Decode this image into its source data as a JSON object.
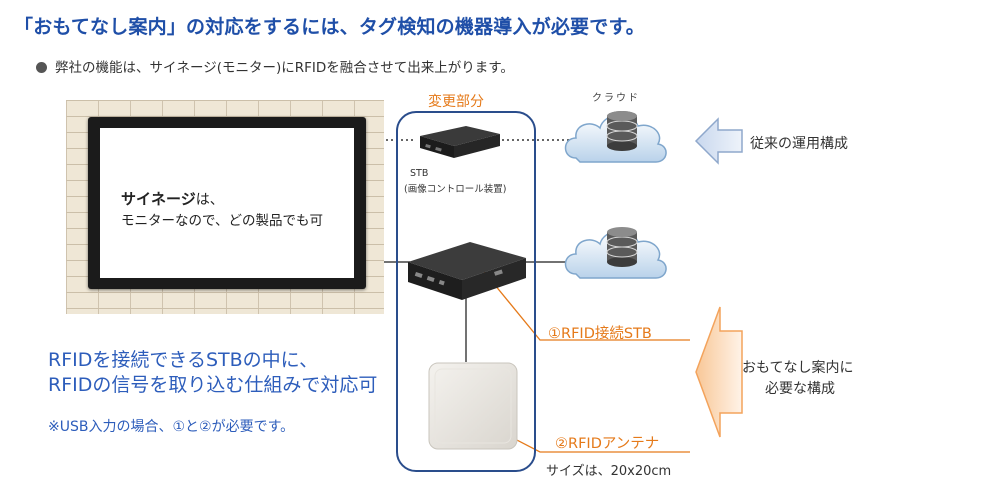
{
  "title": "「おもてなし案内」の対応をするには、タグ検知の機器導入が必要です。",
  "bullet": "弊社の機能は、サイネージ(モニター)にRFIDを融合させて出来上がります。",
  "signage": {
    "bold": "サイネージ",
    "rest": "は、",
    "line2": "モニターなので、どの製品でも可"
  },
  "change_label": "変更部分",
  "stb_caption": {
    "line1": "STB",
    "line2": "(画像コントロール装置)"
  },
  "cloud_label": "クラウド",
  "legacy_label": "従来の運用構成",
  "omotenashi_label": {
    "line1": "おもてなし案内に",
    "line2": "必要な構成"
  },
  "label_stb": "①RFID接続STB",
  "label_antenna": "②RFIDアンテナ",
  "antenna_size": "サイズは、20x20cm",
  "blue_text": {
    "line1": "RFIDを接続できるSTBの中に、",
    "line2": "RFIDの信号を取り込む仕組みで対応可"
  },
  "note": "※USB入力の場合、①と②が必要です。",
  "icons": [
    "tv-monitor-icon",
    "stb-device-icon",
    "cloud-database-icon",
    "left-arrow-icon",
    "rfid-antenna-icon"
  ],
  "colors": {
    "title_blue": "#1f4fa8",
    "text_blue": "#2d5dbb",
    "accent_orange": "#e57a1a",
    "box_navy": "#2a4d8c",
    "arrow_blue": "#a9bedd",
    "arrow_orange": "#f3a35c"
  }
}
